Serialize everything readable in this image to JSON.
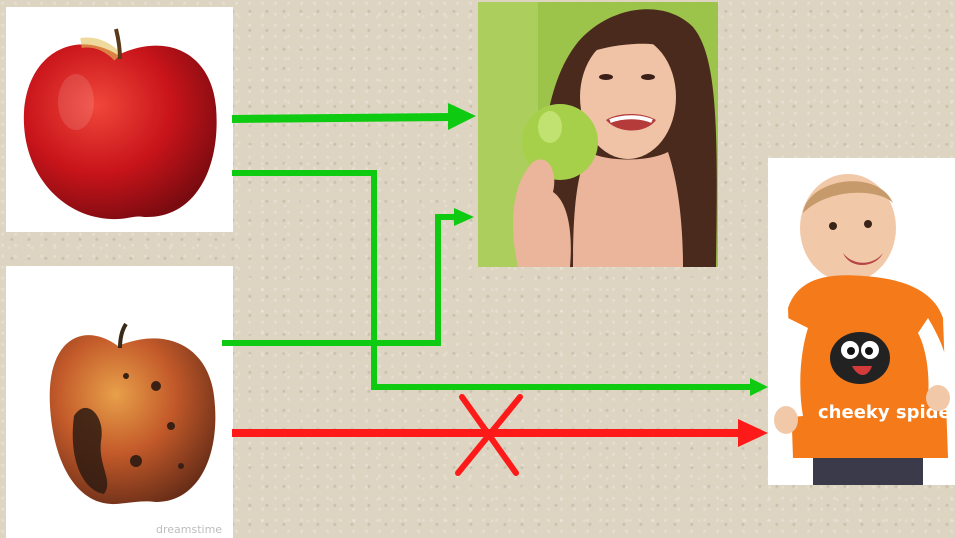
{
  "images": {
    "fresh_apple": "fresh red apple",
    "rotten_apple": "rotten apple",
    "woman": "woman eating green apple",
    "baby": "laughing baby"
  },
  "baby_shirt_text": "cheeky spider",
  "watermark": "dreamstime",
  "colors": {
    "good_arrow": "#0ecb12",
    "bad_arrow": "#ff1a1a",
    "background": "#ddd4c2"
  }
}
